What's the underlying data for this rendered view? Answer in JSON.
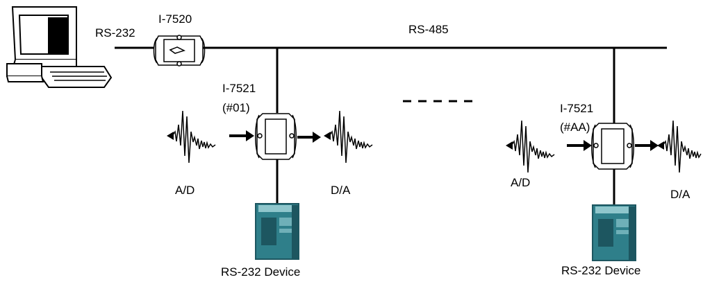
{
  "labels": {
    "rs232": "RS-232",
    "i7520": "I-7520",
    "rs485": "RS-485",
    "i7521_left": "I-7521",
    "addr_left": "(#01)",
    "i7521_right": "I-7521",
    "addr_right": "(#AA)",
    "ad_left": "A/D",
    "da_left": "D/A",
    "ad_right": "A/D",
    "da_right": "D/A",
    "device_left": "RS-232 Device",
    "device_right": "RS-232 Device"
  },
  "colors": {
    "line": "#000000",
    "module_fill": "#ffffff",
    "device_body": "#2f7f8a",
    "device_dark": "#1d5660"
  },
  "icons": {
    "computer": "computer-icon",
    "converter": "converter-module-icon",
    "waveform": "waveform-icon",
    "plc": "plc-device-icon"
  }
}
